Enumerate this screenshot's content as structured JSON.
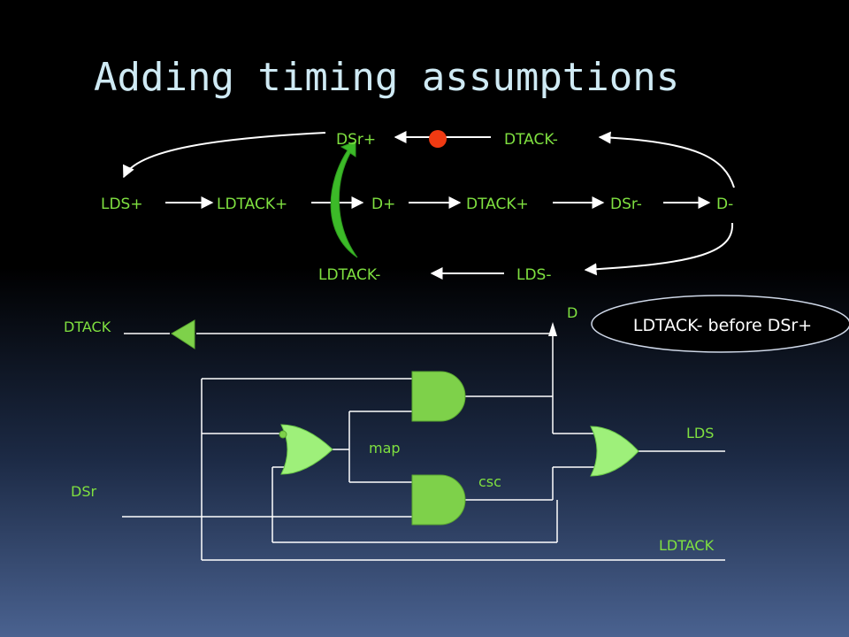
{
  "slide": {
    "title": "Adding timing assumptions"
  },
  "colors": {
    "background_top": "#000000",
    "background_bottom": "#4a6290",
    "title": "#cfeaf4",
    "signal_label": "#7fe040",
    "gate_fill": "#7ed14a",
    "or_gate_fill": "#9ef07a",
    "assumption_arrow": "#3cba28",
    "token": "#f03a12",
    "wire": "#ffffff"
  },
  "stg": {
    "top_row": {
      "dsr_plus": "DSr+",
      "dtack_minus": "DTACK-"
    },
    "middle_row": {
      "lds_plus": "LDS+",
      "ldtack_plus": "LDTACK+",
      "d_plus": "D+",
      "dtack_plus": "DTACK+",
      "dsr_minus": "DSr-",
      "d_minus": "D-"
    },
    "bottom_row": {
      "ldtack_minus": "LDTACK-",
      "lds_minus": "LDS-"
    }
  },
  "circuit": {
    "labels": {
      "dtack": "DTACK",
      "d": "D",
      "lds": "LDS",
      "dsr": "DSr",
      "ldtack": "LDTACK",
      "map": "map",
      "csc": "csc"
    },
    "assumption": "LDTACK- before DSr+"
  }
}
